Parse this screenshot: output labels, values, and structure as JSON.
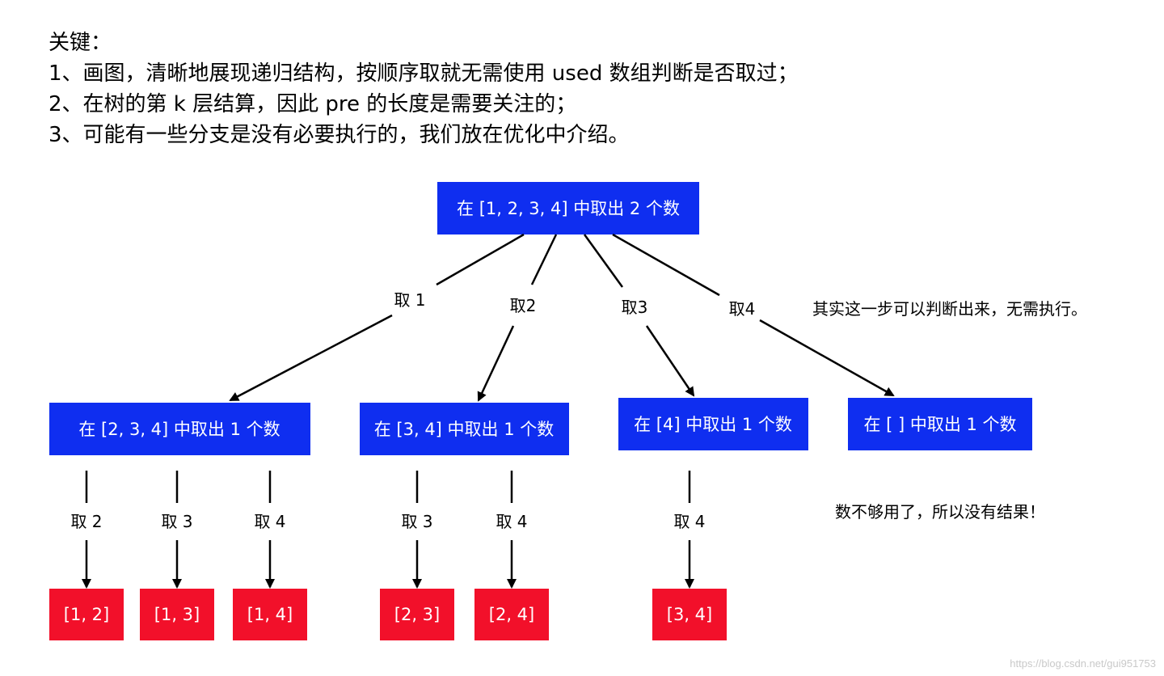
{
  "notes": {
    "title": "关键：",
    "lines": [
      "1、画图，清晰地展现递归结构，按顺序取就无需使用 used 数组判断是否取过；",
      "2、在树的第 k 层结算，因此 pre 的长度是需要关注的；",
      "3、可能有一些分支是没有必要执行的，我们放在优化中介绍。"
    ]
  },
  "colors": {
    "blue_box": "#0f2ef0",
    "red_box": "#f2102a",
    "edge": "#000000"
  },
  "tree": {
    "root": "在 [1, 2, 3, 4] 中取出 2 个数",
    "root_edges": [
      "取 1",
      "取2",
      "取3",
      "取4"
    ],
    "level1": [
      "在 [2, 3, 4] 中取出 1 个数",
      "在 [3, 4] 中取出 1 个数",
      "在 [4] 中取出 1 个数",
      "在 [ ] 中取出 1 个数"
    ],
    "level1_edges": [
      "取 2",
      "取 3",
      "取 4",
      "取 3",
      "取 4",
      "取 4"
    ],
    "leaves": [
      "[1, 2]",
      "[1, 3]",
      "[1, 4]",
      "[2, 3]",
      "[2, 4]",
      "[3, 4]"
    ]
  },
  "annotations": {
    "skip_note": "其实这一步可以判断出来，无需执行。",
    "no_result": "数不够用了，所以没有结果！"
  },
  "watermark": "https://blog.csdn.net/gui951753"
}
